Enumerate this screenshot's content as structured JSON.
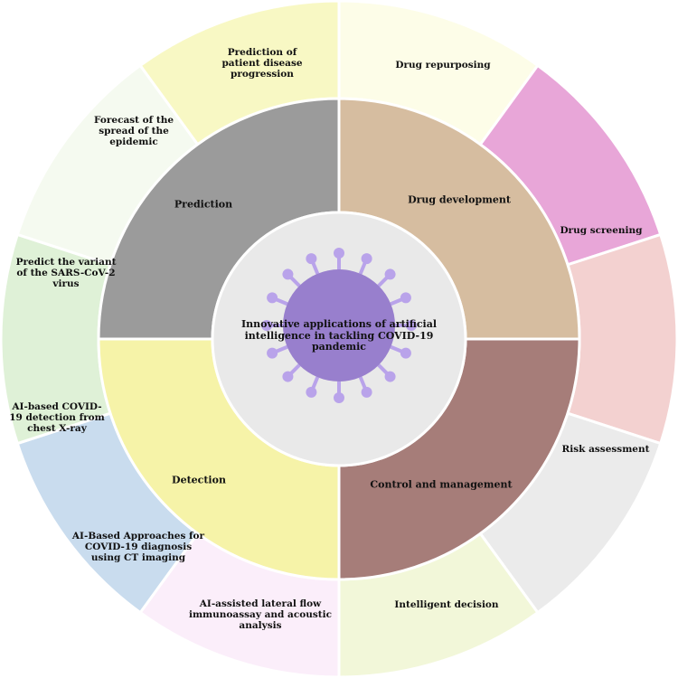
{
  "center": {
    "title": "Innovative applications of artificial intelligence in tackling COVID-19 pandemic"
  },
  "quadrants": [
    {
      "key": "prediction",
      "label": "Prediction",
      "color": "#9b9b9b"
    },
    {
      "key": "drug-development",
      "label": "Drug development",
      "color": "#d6bda0"
    },
    {
      "key": "control-management",
      "label": "Control and management",
      "color": "#a67d79"
    },
    {
      "key": "detection",
      "label": "Detection",
      "color": "#f6f3a8"
    }
  ],
  "outer_segments": [
    {
      "key": "drug-repurposing",
      "label": "Drug repurposing",
      "color": "#fdfde8"
    },
    {
      "key": "drug-screening",
      "label": "Drug screening",
      "color": "#e8a6d8"
    },
    {
      "key": "risk-assessment",
      "label": "Risk assessment",
      "color": "#f3d1d0"
    },
    {
      "key": "intelligent-decision",
      "label": "Intelligent decision",
      "color": "#ebebeb"
    },
    {
      "key": "lateral-flow",
      "label": "AI-assisted lateral flow immunoassay and acoustic analysis",
      "color": "#f2f7d9"
    },
    {
      "key": "ct-imaging",
      "label": "AI-Based Approaches for COVID-19 diagnosis using CT imaging",
      "color": "#fbeefa"
    },
    {
      "key": "chest-xray",
      "label": "AI-based COVID-19 detection from chest X-ray",
      "color": "#c9dcee"
    },
    {
      "key": "sars-variant",
      "label": "Predict the variant of the SARS-CoV-2 virus",
      "color": "#dff1d7"
    },
    {
      "key": "epidemic-spread",
      "label": "Forecast of the spread of the epidemic",
      "color": "#f5faf0"
    },
    {
      "key": "disease-progression",
      "label": "Prediction of patient disease progression",
      "color": "#f8f8c4"
    }
  ],
  "colors": {
    "center_disc": "#e9e9e9",
    "ring_line": "#ffffff",
    "virus": "#8a6cc8",
    "virus_spike": "#b9a3ea"
  }
}
